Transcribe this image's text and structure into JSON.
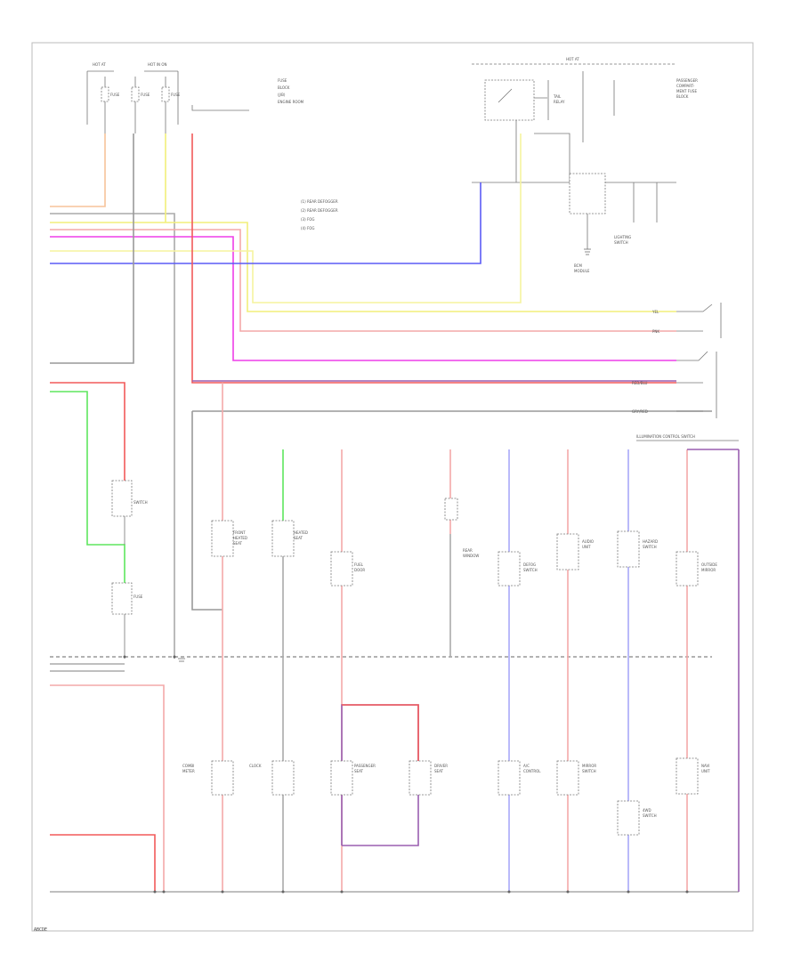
{
  "diagram": {
    "legend_lines": [
      "(1) REAR DEFOGGER",
      "(2) REAR DEFOGGER",
      "(3) FOG",
      "(4) FOG"
    ],
    "right_header": "ILLUMINATION CONTROL SWITCH",
    "colors": {
      "red": "#f25a5a",
      "pink": "#f4a9a9",
      "magenta": "#ee3ee8",
      "blue": "#5b5bf5",
      "lightblue": "#a9a9f8",
      "yellow": "#f2ef7a",
      "lightyellow": "#f5f39e",
      "green": "#5ee65e",
      "purple": "#9a5fb0",
      "orange": "#f7c39a",
      "gray": "#808080"
    }
  },
  "page_code": "ABCDE"
}
